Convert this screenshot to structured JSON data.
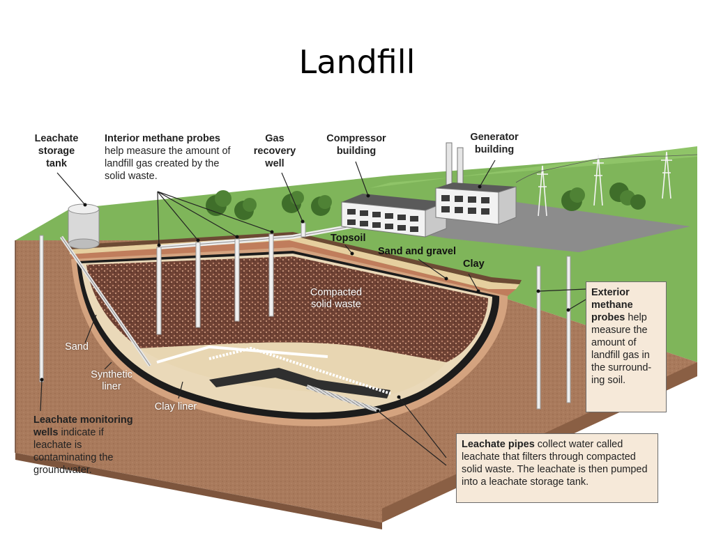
{
  "title": "Landfill",
  "labels": {
    "leachate_storage_tank": "Leachate storage tank",
    "interior_probes_bold": "Interior methane probes",
    "interior_probes_text": "help measure the amount of landfill gas created by the solid waste.",
    "gas_recovery_well": "Gas recovery well",
    "compressor_building": "Compressor building",
    "generator_building": "Generator building",
    "topsoil": "Topsoil",
    "sand_and_gravel": "Sand and gravel",
    "clay": "Clay",
    "compacted_solid_waste": "Compacted solid waste",
    "sand": "Sand",
    "synthetic_liner": "Synthetic liner",
    "clay_liner": "Clay liner",
    "exterior_probes_bold": "Exterior methane probes",
    "exterior_probes_text": "help measure the amount of landfill gas in the surround-ing soil.",
    "monitoring_wells_bold": "Leachate monitoring wells",
    "monitoring_wells_text": "indicate if leachate is contaminating the groundwater.",
    "leachate_pipes_bold": "Leachate pipes",
    "leachate_pipes_text": "collect water called leachate that filters through compacted solid waste. The leachate is then pumped into a leachate storage tank."
  },
  "colors": {
    "grass": "#7fb55a",
    "soil": "#a97a5c",
    "waste": "#7a4a3a",
    "sand": "#ead9b9",
    "label_box": "#f6e9d9",
    "paved_lot": "#8c8c8c"
  }
}
